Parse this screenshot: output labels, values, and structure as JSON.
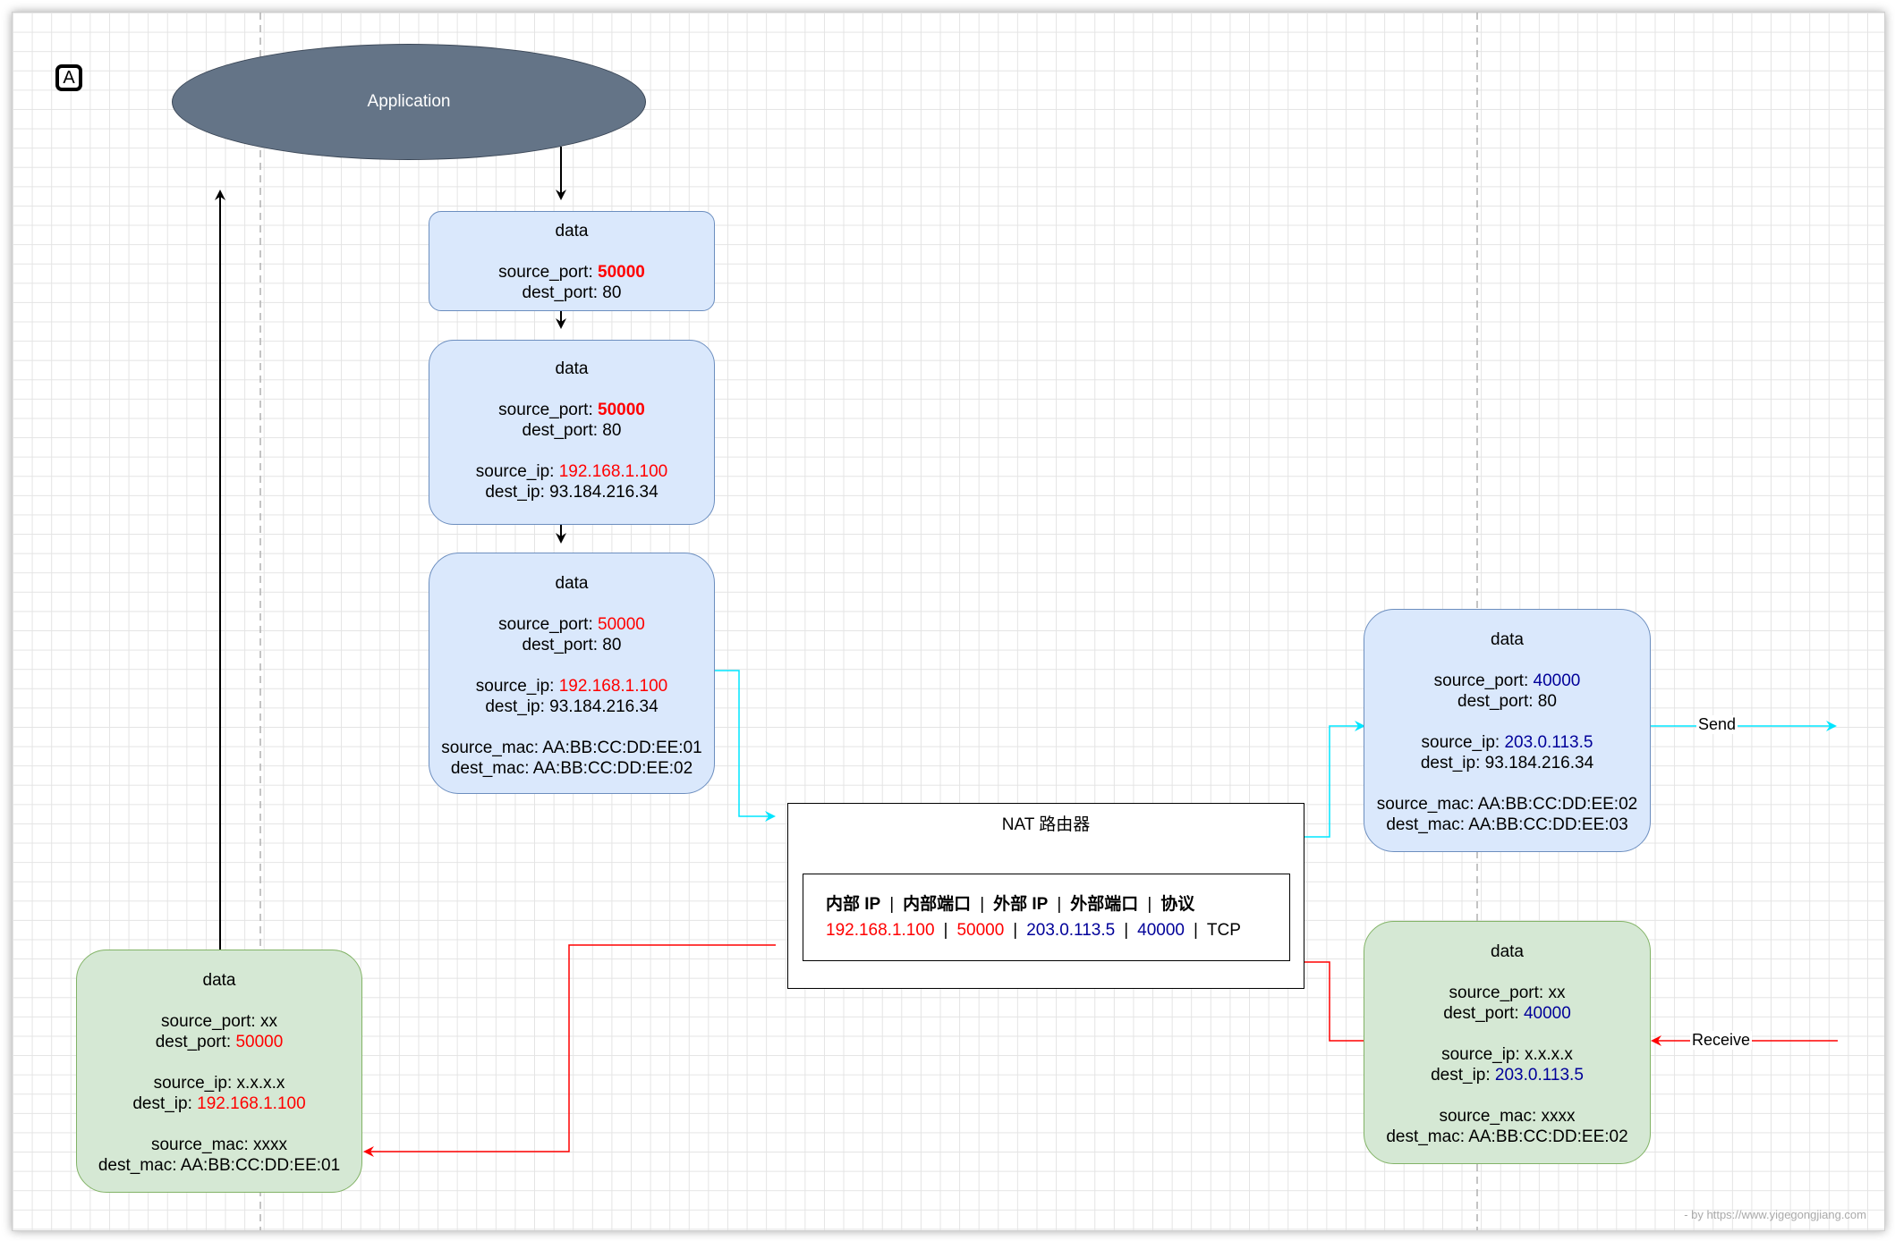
{
  "badge": "A",
  "app": {
    "label": "Application"
  },
  "b1": {
    "title": "data",
    "sp_k": "source_port: ",
    "sp_v": "50000",
    "dp": "dest_port: 80"
  },
  "b2": {
    "title": "data",
    "sp_k": "source_port: ",
    "sp_v": "50000",
    "dp": "dest_port: 80",
    "sip_k": "source_ip: ",
    "sip_v": "192.168.1.100",
    "dip": "dest_ip: 93.184.216.34"
  },
  "b3": {
    "title": "data",
    "sp_k": "source_port: ",
    "sp_v": "50000",
    "dp": "dest_port: 80",
    "sip_k": "source_ip: ",
    "sip_v": "192.168.1.100",
    "dip": "dest_ip: 93.184.216.34",
    "smac": "source_mac: AA:BB:CC:DD:EE:01",
    "dmac": "dest_mac: AA:BB:CC:DD:EE:02"
  },
  "b4": {
    "title": "data",
    "sp_k": "source_port: ",
    "sp_v": "40000",
    "dp": "dest_port: 80",
    "sip_k": "source_ip: ",
    "sip_v": "203.0.113.5",
    "dip": "dest_ip: 93.184.216.34",
    "smac": "source_mac: AA:BB:CC:DD:EE:02",
    "dmac": "dest_mac: AA:BB:CC:DD:EE:03"
  },
  "g1": {
    "title": "data",
    "sp": "source_port: xx",
    "dp_k": "dest_port: ",
    "dp_v": "40000",
    "sip": "source_ip: x.x.x.x",
    "dip_k": "dest_ip: ",
    "dip_v": "203.0.113.5",
    "smac": "source_mac: xxxx",
    "dmac": "dest_mac: AA:BB:CC:DD:EE:02"
  },
  "g2": {
    "title": "data",
    "sp": "source_port: xx",
    "dp_k": "dest_port: ",
    "dp_v": "50000",
    "sip": "source_ip: x.x.x.x",
    "dip_k": "dest_ip: ",
    "dip_v": "192.168.1.100",
    "smac": "source_mac: xxxx",
    "dmac": "dest_mac: AA:BB:CC:DD:EE:01"
  },
  "nat": {
    "title": "NAT 路由器",
    "headers": [
      "内部 IP",
      "内部端口",
      "外部 IP",
      "外部端口",
      "协议"
    ],
    "sep": "|",
    "row": [
      "192.168.1.100",
      "50000",
      "203.0.113.5",
      "40000",
      "TCP"
    ]
  },
  "labels": {
    "send": "Send",
    "receive": "Receive"
  },
  "footer": "- by https://www.yigegongjiang.com",
  "colors": {
    "blue_fill": "#dae8fc",
    "green_fill": "#d5e8d4",
    "cyan_edge": "#00e5ff",
    "red_edge": "#ff0000",
    "ellipse_fill": "#647487"
  }
}
